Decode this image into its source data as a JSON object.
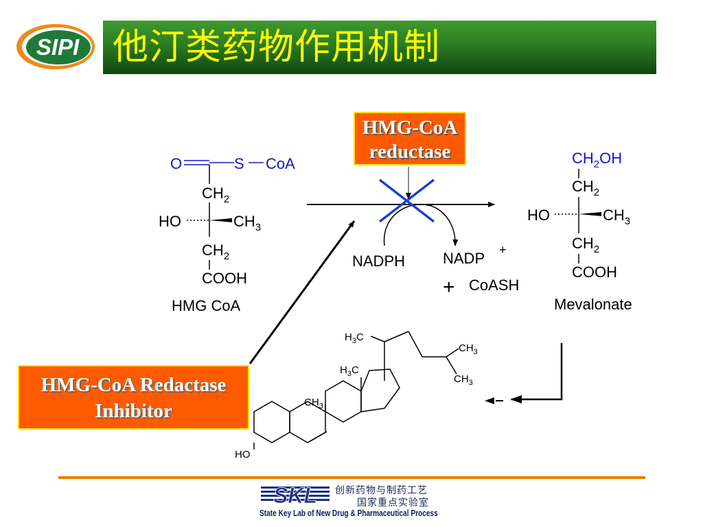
{
  "header": {
    "logo_text": "SIPI",
    "title": "他汀类药物作用机制"
  },
  "enzyme_label": {
    "line1": "HMG-CoA",
    "line2": "reductase"
  },
  "inhibitor_label": {
    "line1": "HMG-CoA Redactase",
    "line2": "Inhibitor"
  },
  "hmg_coa": {
    "o": "O",
    "s": "S",
    "coa": "CoA",
    "ch2_top": "CH",
    "sub2": "2",
    "ho": "HO",
    "ch3": "CH",
    "sub3": "3",
    "ch2_bottom": "CH",
    "cooh": "COOH",
    "name": "HMG CoA"
  },
  "mevalonate": {
    "ch2oh_a": "CH",
    "ch2oh_b": "OH",
    "ch2_top": "CH",
    "ho": "HO",
    "ch3": "CH",
    "ch2_bottom": "CH",
    "cooh": "COOH",
    "name": "Mevalonate"
  },
  "cofactors": {
    "nadph": "NADPH",
    "nadp": "NADP",
    "nadp_charge": "+",
    "plus": "+",
    "coash": "CoASH"
  },
  "cholesterol": {
    "h3c_a": "H",
    "h3c_b": "C",
    "ch3": "CH",
    "sub3": "3",
    "ho": "HO"
  },
  "footer": {
    "skl_logo": "SKL",
    "cn_line1": "创新药物与制药工艺",
    "cn_line2": "国家重点实验室",
    "en": "State Key Lab of New Drug & Pharmaceutical Process"
  },
  "colors": {
    "title_text": "#ffff00",
    "title_bg": "#2b7c22",
    "label_box": "#ff5a00",
    "label_border": "#ffe000",
    "blue_chem": "#1515cc",
    "footer_line": "#f07a00",
    "logo_green": "#1f7a3a",
    "logo_orange": "#f08a1a"
  }
}
